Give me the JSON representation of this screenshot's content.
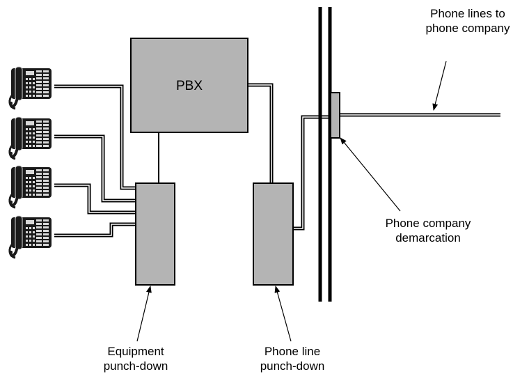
{
  "labels": {
    "pbx": "PBX",
    "phone_lines_line1": "Phone lines to",
    "phone_lines_line2": "phone company",
    "demarc_line1": "Phone company",
    "demarc_line2": "demarcation",
    "equip_line1": "Equipment",
    "equip_line2": "punch-down",
    "phoneline_line1": "Phone line",
    "phoneline_line2": "punch-down"
  },
  "colors": {
    "box_fill": "#b4b4b4",
    "stroke": "#000000",
    "phone_dark": "#1a1a1a",
    "phone_light": "#d9d9d9"
  },
  "icons": [
    "telephone-icon",
    "telephone-icon",
    "telephone-icon",
    "telephone-icon"
  ]
}
